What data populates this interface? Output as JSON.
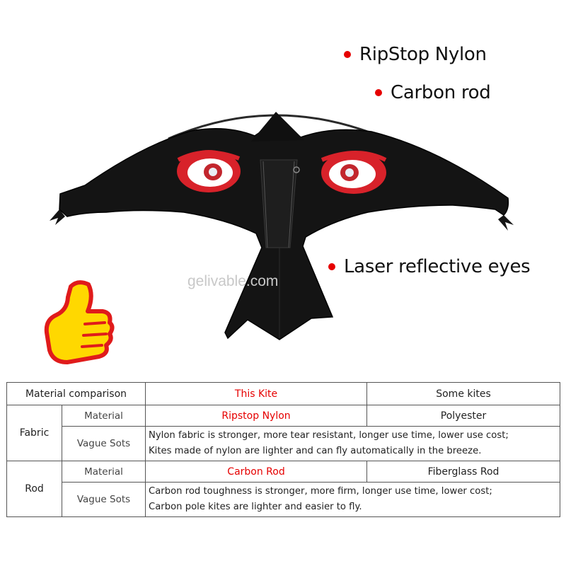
{
  "features": [
    {
      "label": "RipStop Nylon",
      "icon": "red-bullet-icon"
    },
    {
      "label": "Carbon rod",
      "icon": "red-bullet-icon"
    },
    {
      "label": "Laser reflective eyes",
      "icon": "red-bullet-icon"
    }
  ],
  "watermark": "gelivable.com",
  "colors": {
    "accent_red": "#e60000",
    "kite_black": "#141414",
    "thumb_yellow": "#ffd800"
  },
  "table": {
    "header": {
      "title": "Material comparison",
      "this_kite": "This Kite",
      "some_kites": "Some kites"
    },
    "fabric": {
      "group": "Fabric",
      "material_label": "Material",
      "this_kite_material": "Ripstop Nylon",
      "other_material": "Polyester",
      "sots_label": "Vague Sots",
      "desc_line1": "Nylon fabric is stronger, more tear resistant, longer use time, lower use cost;",
      "desc_line2": "Kites made of nylon are lighter and can fly automatically in the breeze."
    },
    "rod": {
      "group": "Rod",
      "material_label": "Material",
      "this_kite_material": "Carbon Rod",
      "other_material": "Fiberglass Rod",
      "sots_label": "Vague Sots",
      "desc_line1": "Carbon rod toughness is stronger, more firm, longer use time, lower cost;",
      "desc_line2": "Carbon pole kites are lighter and easier to fly."
    }
  }
}
